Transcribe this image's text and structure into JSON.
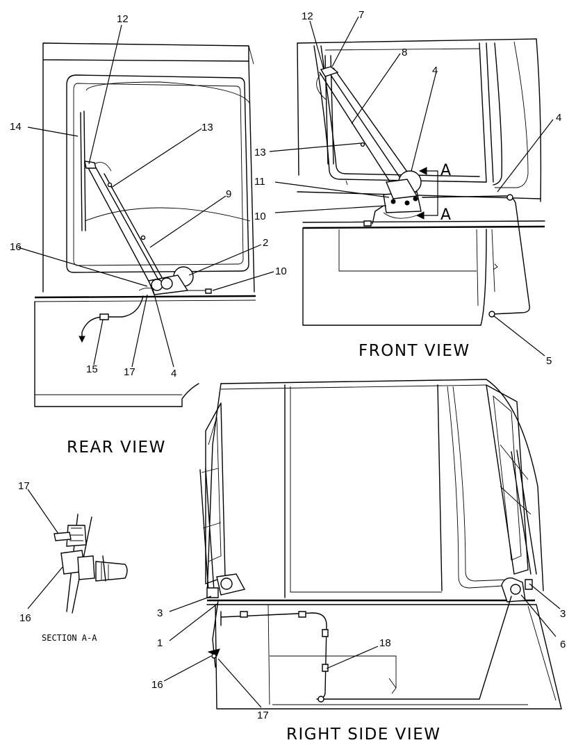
{
  "views": {
    "rear": "REAR VIEW",
    "front": "FRONT VIEW",
    "right_side": "RIGHT SIDE VIEW",
    "section": "SECTION A-A",
    "section_marker": "A"
  },
  "callouts": {
    "rear": {
      "c12": "12",
      "c14": "14",
      "c13": "13",
      "c9": "9",
      "c16": "16",
      "c2": "2",
      "c10": "10",
      "c15": "15",
      "c17": "17",
      "c4": "4"
    },
    "front": {
      "c12": "12",
      "c7": "7",
      "c8": "8",
      "c4a": "4",
      "c4b": "4",
      "c13": "13",
      "c11": "11",
      "c10": "10",
      "c5": "5"
    },
    "side": {
      "c3a": "3",
      "c1": "1",
      "c16": "16",
      "c17": "17",
      "c18": "18",
      "c3b": "3",
      "c6": "6"
    },
    "section": {
      "c17": "17",
      "c16": "16"
    }
  }
}
